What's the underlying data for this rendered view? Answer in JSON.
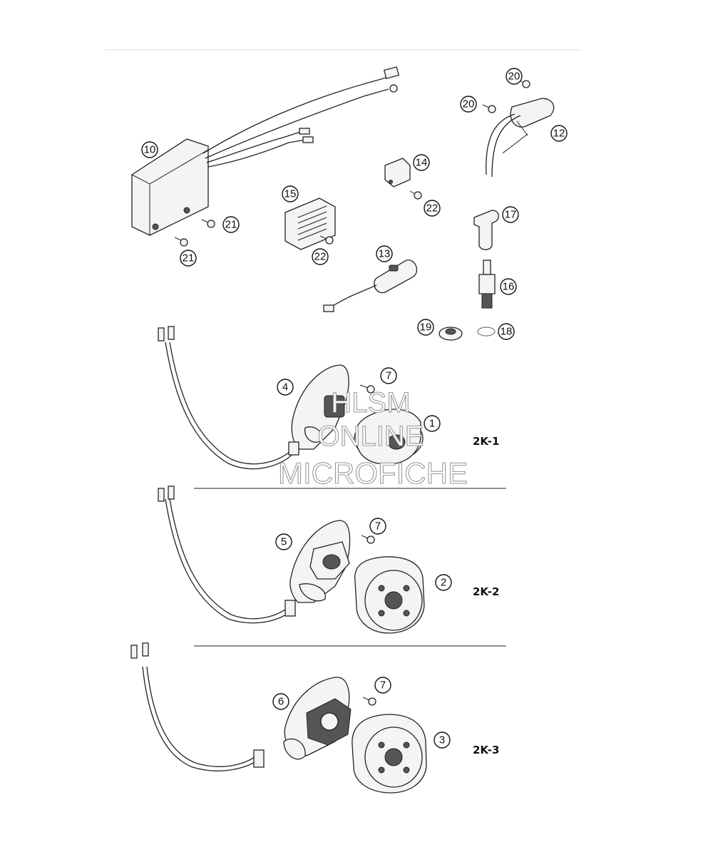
{
  "callouts": [
    "1",
    "2",
    "3",
    "4",
    "5",
    "6",
    "7",
    "10",
    "12",
    "13",
    "14",
    "15",
    "16",
    "17",
    "18",
    "19",
    "20",
    "21",
    "22"
  ],
  "variants": [
    "2K-1",
    "2K-2",
    "2K-3"
  ],
  "watermark": [
    "HLSM",
    "ONLINE",
    "MICROFICHE"
  ]
}
